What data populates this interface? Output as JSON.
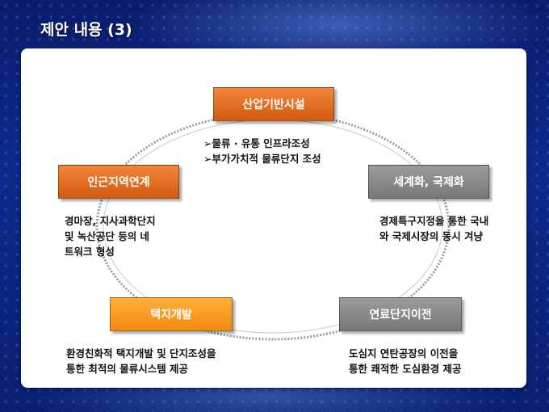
{
  "slide": {
    "title": "제안 내용 (3)"
  },
  "nodes": {
    "top": {
      "label": "산업기반시설",
      "bullets": [
        "➢물류 · 유통 인프라조성",
        "➢부가가치적 물류단지 조성"
      ]
    },
    "left": {
      "label": "인근지역연계",
      "lines": [
        "경마장, 지사과학단지",
        "및 녹산공단 등의 네",
        "트워크 형성"
      ]
    },
    "right": {
      "label": "세계화, 국제화",
      "lines": [
        "경제특구지정을 통한 국내",
        "와 국제시장의 동시 겨냥"
      ]
    },
    "bottom_left": {
      "label": "택지개발",
      "lines": [
        "환경친화적 택지개발 및 단지조성을",
        "통한 최적의 물류시스템 제공"
      ]
    },
    "bottom_right": {
      "label": "연료단지이전",
      "lines": [
        "도심지 연탄공장의 이전을",
        "통한 쾌적한 도심환경 제공"
      ]
    }
  }
}
